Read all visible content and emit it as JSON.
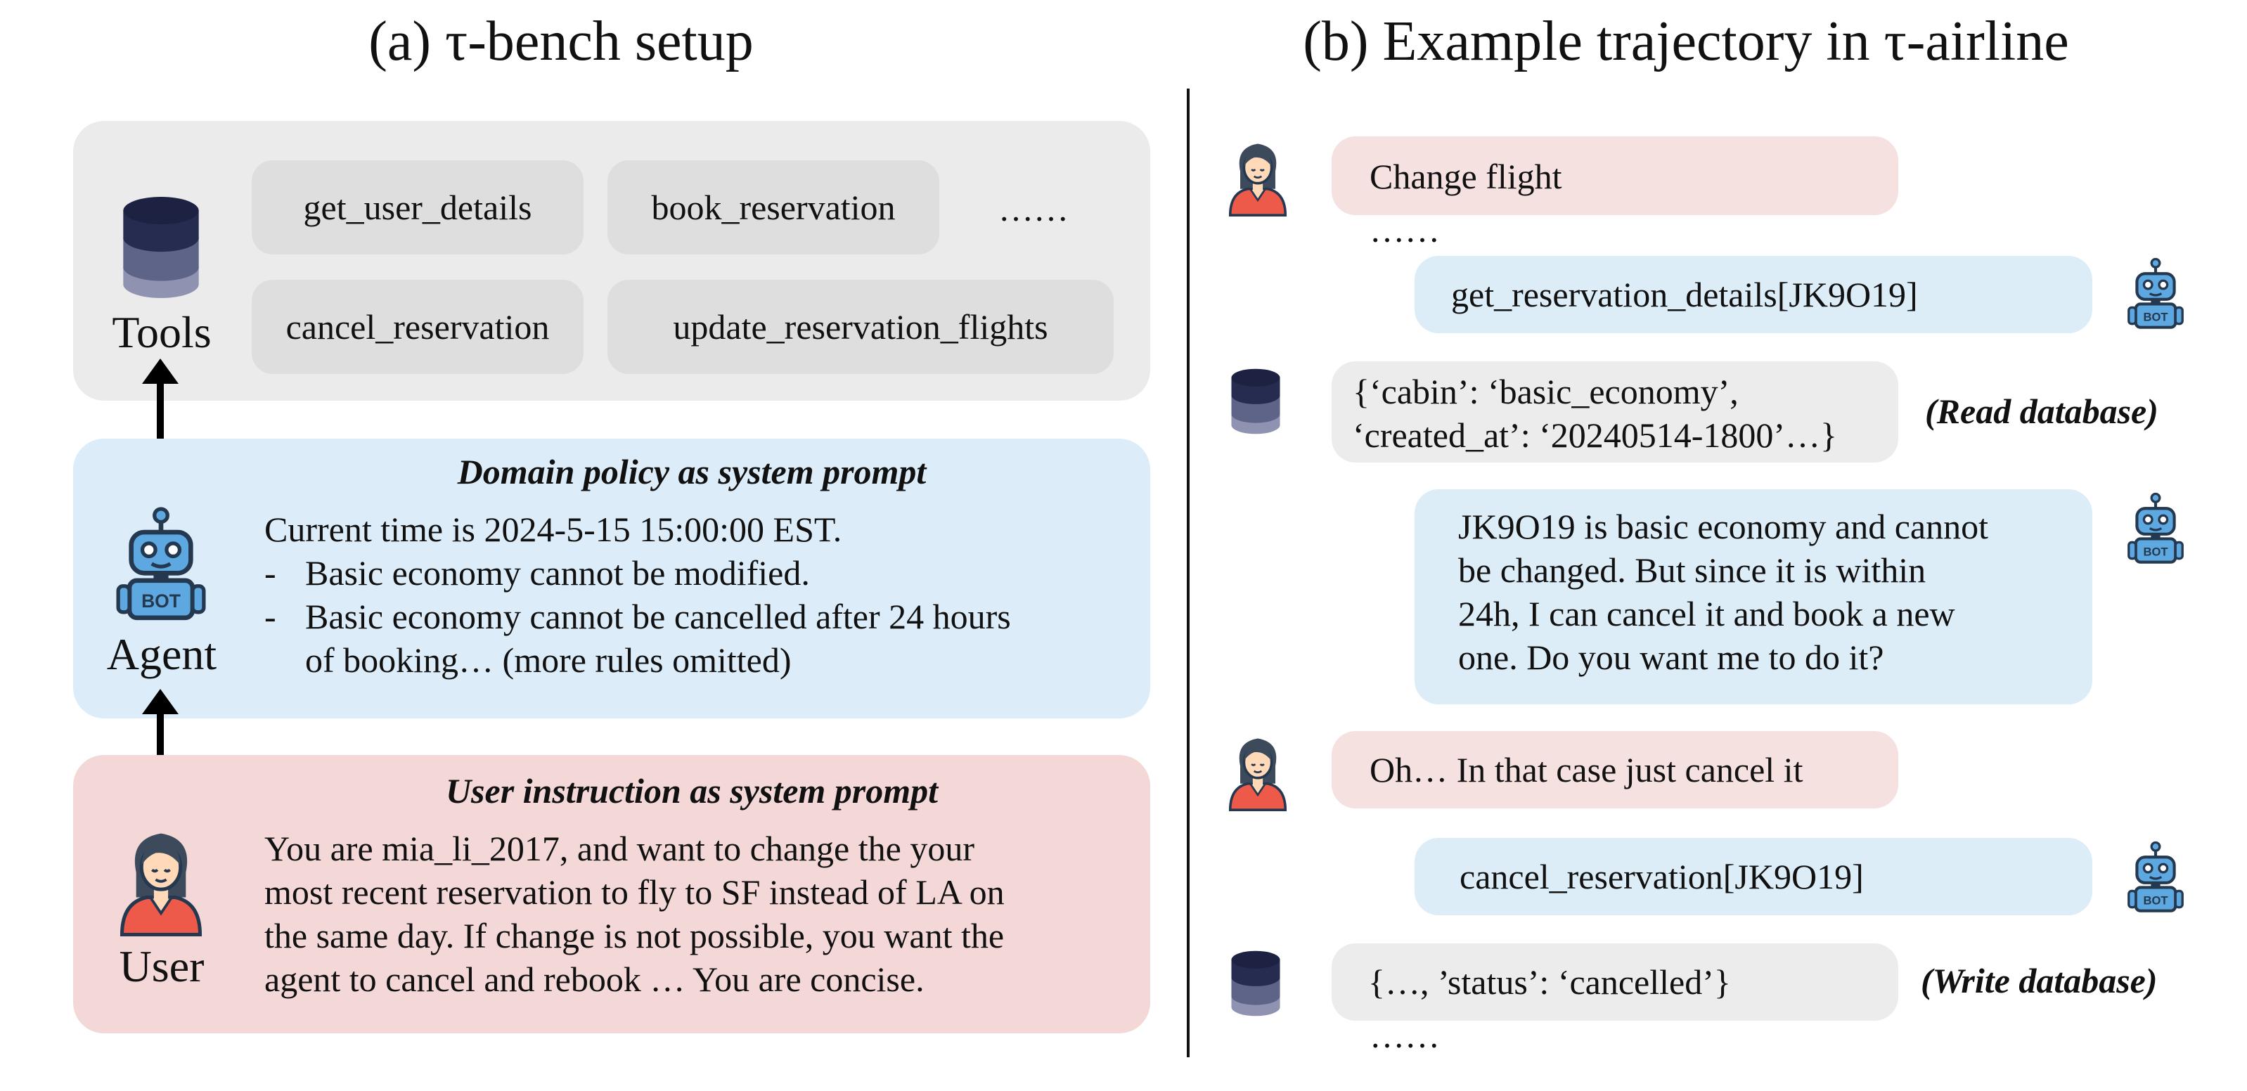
{
  "titles": {
    "left": "(a) τ-bench setup",
    "right": "(b) Example trajectory in τ-airline"
  },
  "tools_panel": {
    "label": "Tools",
    "chips": [
      "get_user_details",
      "book_reservation",
      "……",
      "cancel_reservation",
      "update_reservation_flights"
    ]
  },
  "agent_panel": {
    "label": "Agent",
    "heading": "Domain policy as system prompt",
    "line1": "Current time is 2024-5-15 15:00:00 EST.",
    "bullets": [
      {
        "dash": "-",
        "lines": [
          "Basic economy cannot be modified."
        ]
      },
      {
        "dash": "-",
        "lines": [
          "Basic economy cannot be cancelled after 24 hours",
          "of booking… (more rules omitted)"
        ]
      }
    ]
  },
  "user_panel": {
    "label": "User",
    "heading": "User instruction as system prompt",
    "lines": [
      "You are mia_li_2017, and want to change the your",
      "most recent reservation to fly to SF instead of LA on",
      "the same day. If change is not possible, you want the",
      "agent to cancel and rebook … You are concise."
    ]
  },
  "trajectory": {
    "user_msg1": "Change flight",
    "dots": "……",
    "agent_call1": "get_reservation_details[JK9O19]",
    "db_read": [
      "{‘cabin’: ‘basic_economy’,",
      "‘created_at’: ‘20240514-1800’…}"
    ],
    "read_tag": "(Read database)",
    "agent_reply": [
      "JK9O19 is basic economy and cannot",
      "be changed. But since it is within",
      "24h, I can cancel it and book a new",
      "one. Do you want me to do it?"
    ],
    "user_msg2": "Oh… In that case just cancel it",
    "agent_call2": "cancel_reservation[JK9O19]",
    "db_write": "{…, ’status’: ‘cancelled’}",
    "write_tag": "(Write database)"
  },
  "colors": {
    "tools_bg": "#ebebeb",
    "agent_bg": "#dcedf9",
    "user_bg": "#f4d8d8",
    "bubble_pink": "#f6e1e1",
    "bubble_blue": "#dcedf8",
    "bubble_gray": "#ececec"
  },
  "icons": [
    "database-icon",
    "robot-icon",
    "user-avatar-icon",
    "double-arrow-icon"
  ]
}
